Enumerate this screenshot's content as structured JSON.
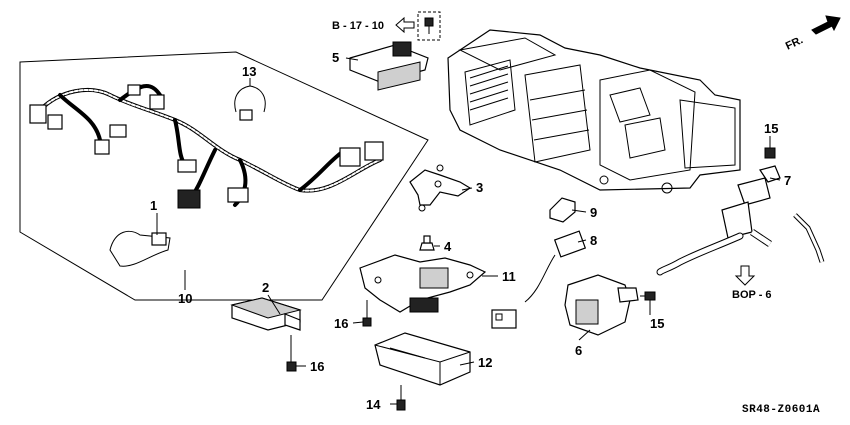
{
  "callouts": [
    {
      "id": "1",
      "text": "1"
    },
    {
      "id": "2",
      "text": "2"
    },
    {
      "id": "3",
      "text": "3"
    },
    {
      "id": "4",
      "text": "4"
    },
    {
      "id": "5",
      "text": "5"
    },
    {
      "id": "6",
      "text": "6"
    },
    {
      "id": "7",
      "text": "7"
    },
    {
      "id": "8",
      "text": "8"
    },
    {
      "id": "9",
      "text": "9"
    },
    {
      "id": "10",
      "text": "10"
    },
    {
      "id": "11",
      "text": "11"
    },
    {
      "id": "12",
      "text": "12"
    },
    {
      "id": "13",
      "text": "13"
    },
    {
      "id": "14",
      "text": "14"
    },
    {
      "id": "15a",
      "text": "15"
    },
    {
      "id": "15b",
      "text": "15"
    },
    {
      "id": "16a",
      "text": "16"
    },
    {
      "id": "16b",
      "text": "16"
    }
  ],
  "references": {
    "top_ref": "B - 17 - 10",
    "bottom_ref": "BOP - 6",
    "direction": "FR."
  },
  "diagram_code": "SR48-Z0601A",
  "icons": {
    "front_arrow": "arrow-right-icon",
    "ref_arrow_left": "arrow-left-icon",
    "ref_arrow_down": "arrow-down-icon"
  }
}
